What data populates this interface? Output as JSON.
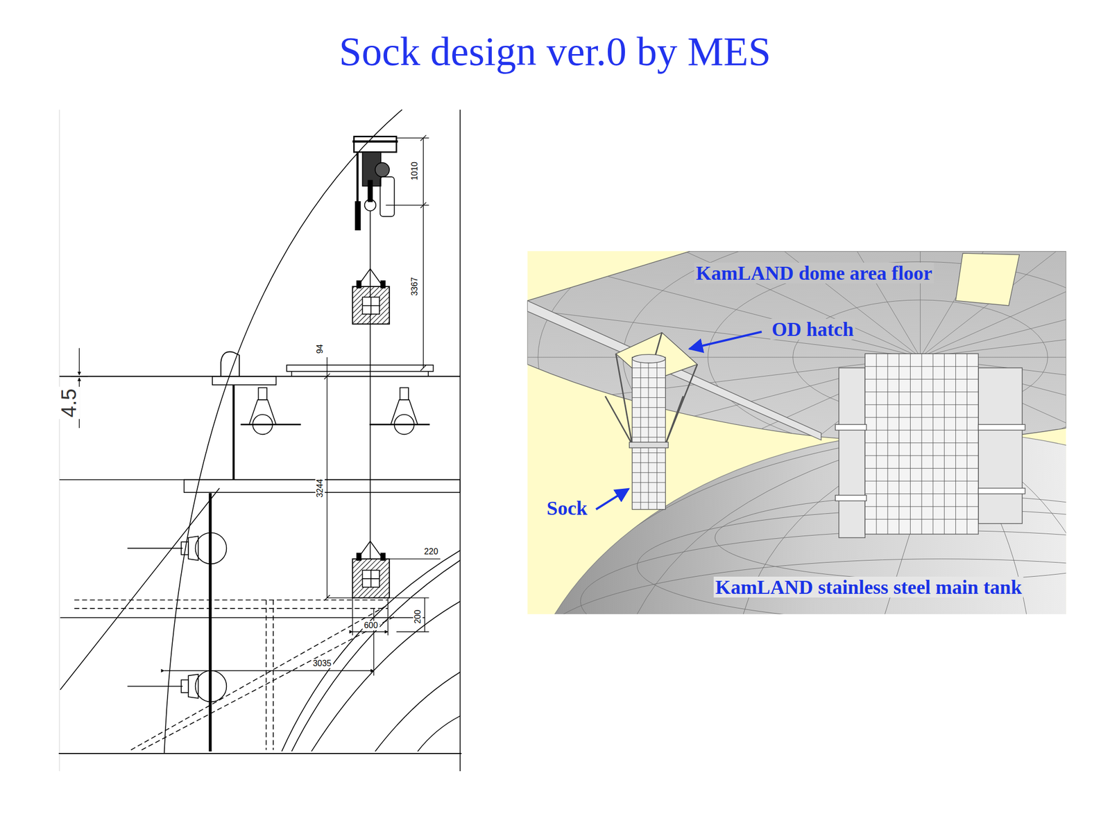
{
  "diagram": {
    "title": "Sock design ver.0 by MES",
    "labels": [
      "1010",
      "3367",
      "94",
      "4.5",
      "3244",
      "220",
      "600",
      "200",
      "3035",
      "KamLAND dome area floor",
      "OD hatch",
      "Sock",
      "KamLAND stainless steel main tank"
    ]
  }
}
